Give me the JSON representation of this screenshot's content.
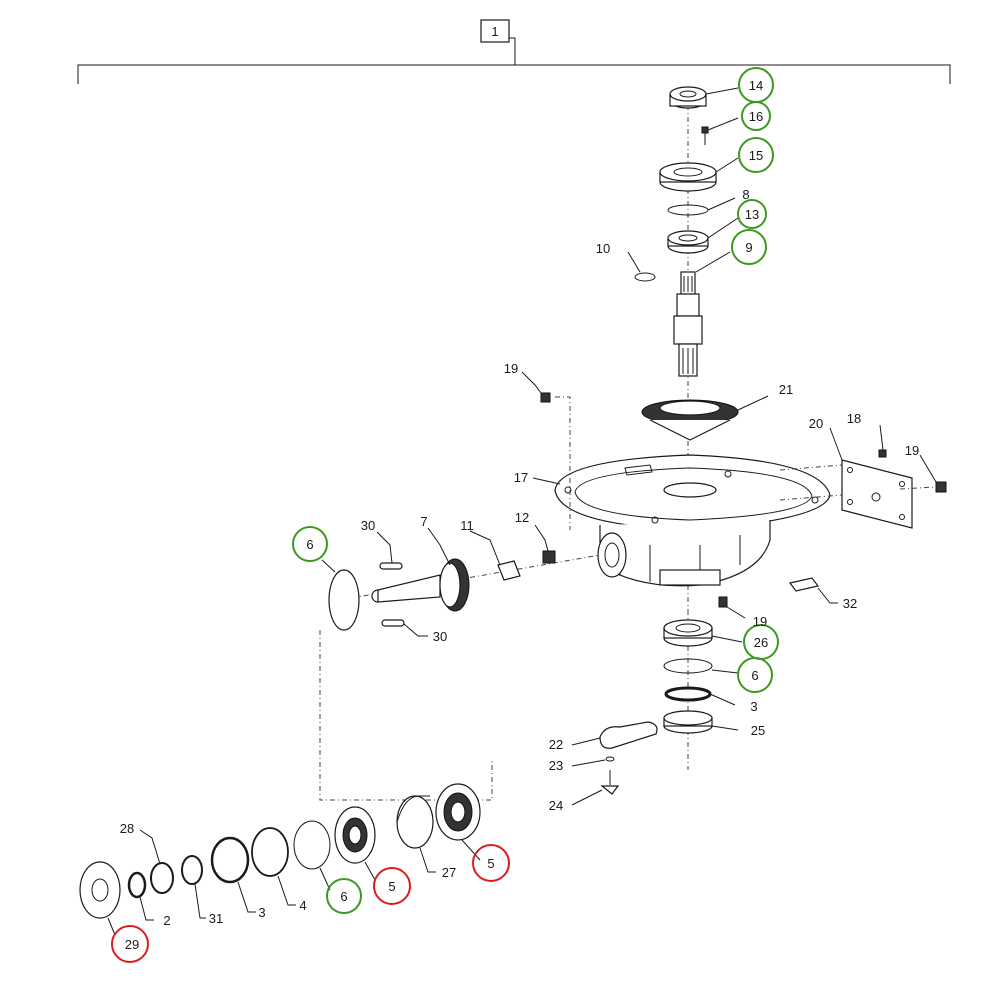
{
  "diagram": {
    "assembly_label": "1",
    "callouts": [
      {
        "id": "c14",
        "text": "14",
        "highlight": "green"
      },
      {
        "id": "c16",
        "text": "16",
        "highlight": "green"
      },
      {
        "id": "c15",
        "text": "15",
        "highlight": "green"
      },
      {
        "id": "c8",
        "text": "8",
        "highlight": "none"
      },
      {
        "id": "c13",
        "text": "13",
        "highlight": "green"
      },
      {
        "id": "c10",
        "text": "10",
        "highlight": "none"
      },
      {
        "id": "c9",
        "text": "9",
        "highlight": "green"
      },
      {
        "id": "c19a",
        "text": "19",
        "highlight": "none"
      },
      {
        "id": "c21",
        "text": "21",
        "highlight": "none"
      },
      {
        "id": "c20",
        "text": "20",
        "highlight": "none"
      },
      {
        "id": "c18",
        "text": "18",
        "highlight": "none"
      },
      {
        "id": "c19b",
        "text": "19",
        "highlight": "none"
      },
      {
        "id": "c17",
        "text": "17",
        "highlight": "none"
      },
      {
        "id": "c30a",
        "text": "30",
        "highlight": "none"
      },
      {
        "id": "c7",
        "text": "7",
        "highlight": "none"
      },
      {
        "id": "c11",
        "text": "11",
        "highlight": "none"
      },
      {
        "id": "c12",
        "text": "12",
        "highlight": "none"
      },
      {
        "id": "c6a",
        "text": "6",
        "highlight": "green"
      },
      {
        "id": "c30b",
        "text": "30",
        "highlight": "none"
      },
      {
        "id": "c32",
        "text": "32",
        "highlight": "none"
      },
      {
        "id": "c19c",
        "text": "19",
        "highlight": "none"
      },
      {
        "id": "c26",
        "text": "26",
        "highlight": "green"
      },
      {
        "id": "c6b",
        "text": "6",
        "highlight": "green"
      },
      {
        "id": "c3a",
        "text": "3",
        "highlight": "none"
      },
      {
        "id": "c25",
        "text": "25",
        "highlight": "none"
      },
      {
        "id": "c22",
        "text": "22",
        "highlight": "none"
      },
      {
        "id": "c23",
        "text": "23",
        "highlight": "none"
      },
      {
        "id": "c24",
        "text": "24",
        "highlight": "none"
      },
      {
        "id": "c28",
        "text": "28",
        "highlight": "none"
      },
      {
        "id": "c27",
        "text": "27",
        "highlight": "none"
      },
      {
        "id": "c5a",
        "text": "5",
        "highlight": "red"
      },
      {
        "id": "c5b",
        "text": "5",
        "highlight": "red"
      },
      {
        "id": "c6c",
        "text": "6",
        "highlight": "green"
      },
      {
        "id": "c4",
        "text": "4",
        "highlight": "none"
      },
      {
        "id": "c3b",
        "text": "3",
        "highlight": "none"
      },
      {
        "id": "c31",
        "text": "31",
        "highlight": "none"
      },
      {
        "id": "c2",
        "text": "2",
        "highlight": "none"
      },
      {
        "id": "c29",
        "text": "29",
        "highlight": "red"
      }
    ],
    "colors": {
      "line": "#1a1a1a",
      "highlight_green": "#3a9a1f",
      "highlight_red": "#d81f1f"
    }
  }
}
